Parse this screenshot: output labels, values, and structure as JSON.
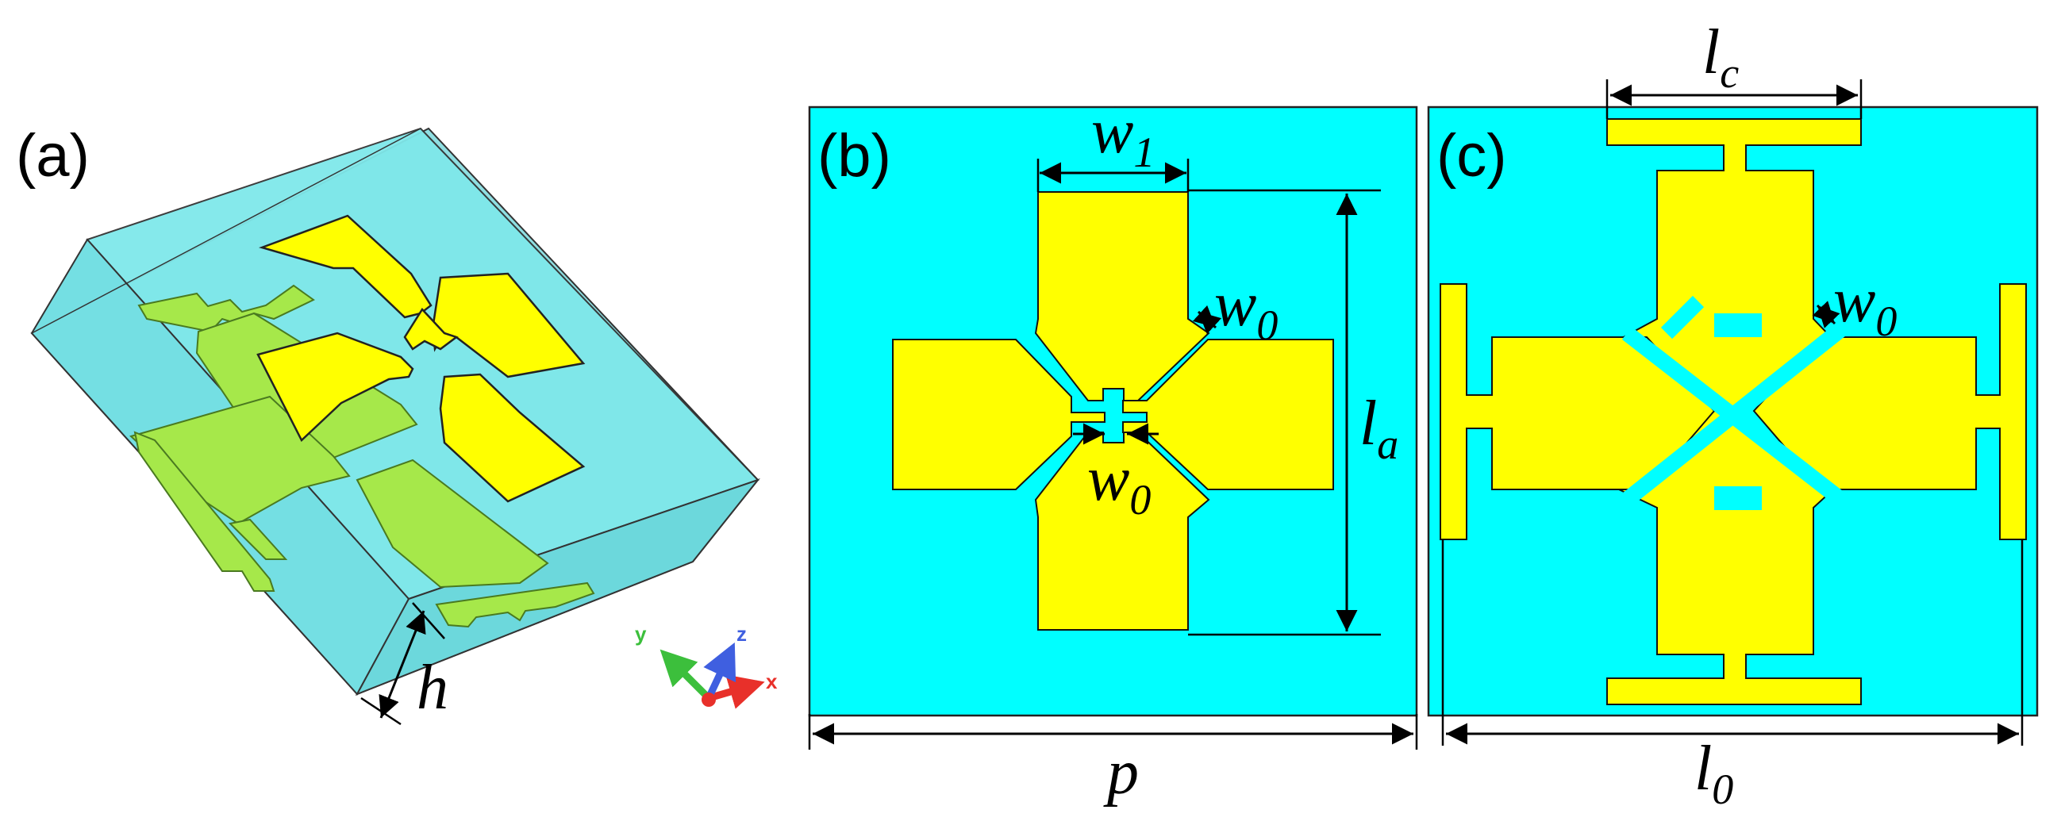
{
  "panels": {
    "a": {
      "label": "(a)"
    },
    "b": {
      "label": "(b)"
    },
    "c": {
      "label": "(c)"
    }
  },
  "dimensions": {
    "w1": {
      "base": "w",
      "sub": "1"
    },
    "w0_b_top": {
      "base": "w",
      "sub": "0"
    },
    "w0_b_center": {
      "base": "w",
      "sub": "0"
    },
    "w0_c": {
      "base": "w",
      "sub": "0"
    },
    "la": {
      "base": "l",
      "sub": "a"
    },
    "lc": {
      "base": "l",
      "sub": "c"
    },
    "l0": {
      "base": "l",
      "sub": "0"
    },
    "p": {
      "base": "p",
      "sub": ""
    },
    "h": {
      "base": "h",
      "sub": ""
    }
  },
  "axes": {
    "x": "x",
    "y": "y",
    "z": "z"
  },
  "colors": {
    "substrate": "#00ffff",
    "substrate_3d": "#7fe8ea",
    "patch": "#ffff00",
    "patch_bottom_3d": "#a6e84a",
    "axis_x": "#e8302a",
    "axis_y": "#3cbf3c",
    "axis_z": "#3f5fe0"
  }
}
